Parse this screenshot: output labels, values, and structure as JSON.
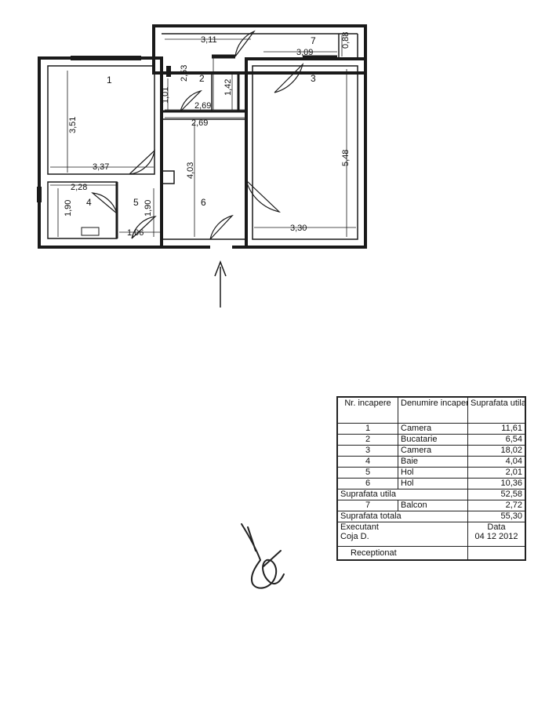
{
  "plan": {
    "rooms": [
      {
        "id": "1",
        "label": "1"
      },
      {
        "id": "2",
        "label": "2"
      },
      {
        "id": "3",
        "label": "3"
      },
      {
        "id": "4",
        "label": "4"
      },
      {
        "id": "5",
        "label": "5"
      },
      {
        "id": "6",
        "label": "6"
      },
      {
        "id": "7",
        "label": "7"
      }
    ],
    "dimensions": {
      "d311": "3,11",
      "d309": "3,09",
      "d088": "0,88",
      "d253": "2,53",
      "d142": "1,42",
      "d101": "1,01",
      "d269a": "2,69",
      "d269b": "2,69",
      "d351": "3,51",
      "d337": "3,37",
      "d548": "5,48",
      "d403": "4,03",
      "d228": "2,28",
      "d190a": "1,90",
      "d190b": "1,90",
      "d106": "1,06",
      "d330": "3,30"
    }
  },
  "legend": {
    "headers": {
      "nr": "Nr. incapere",
      "denumire": "Denumire incapere",
      "suprafata": "Suprafata utila(mp)"
    },
    "rows": [
      {
        "nr": "1",
        "name": "Camera",
        "area": "11,61"
      },
      {
        "nr": "2",
        "name": "Bucatarie",
        "area": "6,54"
      },
      {
        "nr": "3",
        "name": "Camera",
        "area": "18,02"
      },
      {
        "nr": "4",
        "name": "Baie",
        "area": "4,04"
      },
      {
        "nr": "5",
        "name": "Hol",
        "area": "2,01"
      },
      {
        "nr": "6",
        "name": "Hol",
        "area": "10,36"
      }
    ],
    "util_label": "Suprafata utila",
    "util_value": "52,58",
    "balcon": {
      "nr": "7",
      "name": "Balcon",
      "area": "2,72"
    },
    "total_label": "Suprafata totala",
    "total_value": "55,30",
    "executant_label": "Executant",
    "executant_name": "Coja D.",
    "data_label": "Data",
    "data_value": "04 12 2012",
    "receptionat_label": "Receptionat"
  }
}
